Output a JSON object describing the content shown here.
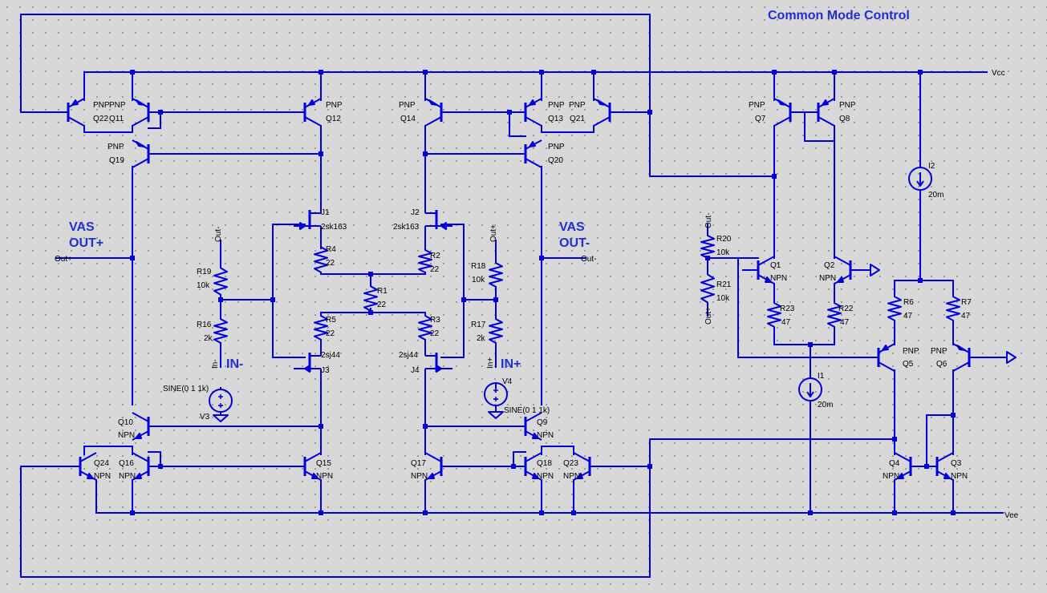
{
  "title": "Common Mode Control",
  "colors": {
    "wire": "#0000dd",
    "text": "#000000",
    "heading": "#1f2fd0",
    "background": "#d8d8d8"
  },
  "nets": {
    "vcc": "Vcc",
    "vee": "Vee",
    "out_plus": "Out+",
    "out_minus": "Out-",
    "in_minus": "In-",
    "in_plus": "In+"
  },
  "big_labels": {
    "vas_left_1": "VAS",
    "vas_left_2": "OUT+",
    "vas_right_1": "VAS",
    "vas_right_2": "OUT-",
    "in_minus": "IN-",
    "in_plus": "IN+"
  },
  "components": {
    "Q22": {
      "name": "Q22",
      "model": "PNP"
    },
    "Q11": {
      "name": "Q11",
      "model": "PNP"
    },
    "Q12": {
      "name": "Q12",
      "model": "PNP"
    },
    "Q19": {
      "name": "Q19",
      "model": "PNP"
    },
    "Q14": {
      "name": "Q14",
      "model": "PNP"
    },
    "Q13": {
      "name": "Q13",
      "model": "PNP"
    },
    "Q21": {
      "name": "Q21",
      "model": "PNP"
    },
    "Q20": {
      "name": "Q20",
      "model": "PNP"
    },
    "Q7": {
      "name": "Q7",
      "model": "PNP"
    },
    "Q8": {
      "name": "Q8",
      "model": "PNP"
    },
    "Q1": {
      "name": "Q1",
      "model": "NPN"
    },
    "Q2": {
      "name": "Q2",
      "model": "NPN"
    },
    "Q5": {
      "name": "Q5",
      "model": "PNP"
    },
    "Q6": {
      "name": "Q6",
      "model": "PNP"
    },
    "Q10": {
      "name": "Q10",
      "model": "NPN"
    },
    "Q24": {
      "name": "Q24",
      "model": "NPN"
    },
    "Q16": {
      "name": "Q16",
      "model": "NPN"
    },
    "Q15": {
      "name": "Q15",
      "model": "NPN"
    },
    "Q17": {
      "name": "Q17",
      "model": "NPN"
    },
    "Q18": {
      "name": "Q18",
      "model": "NPN"
    },
    "Q23": {
      "name": "Q23",
      "model": "NPN"
    },
    "Q9": {
      "name": "Q9",
      "model": "NPN"
    },
    "Q4": {
      "name": "Q4",
      "model": "NPN"
    },
    "Q3": {
      "name": "Q3",
      "model": "NPN"
    },
    "J1": {
      "name": "J1",
      "model": "2sk163"
    },
    "J2": {
      "name": "J2",
      "model": "2sk163"
    },
    "J3": {
      "name": "J3",
      "model": "2sj44"
    },
    "J4": {
      "name": "J4",
      "model": "2sj44"
    },
    "R1": {
      "name": "R1",
      "value": "22"
    },
    "R2": {
      "name": "R2",
      "value": "22"
    },
    "R3": {
      "name": "R3",
      "value": "22"
    },
    "R4": {
      "name": "R4",
      "value": "22"
    },
    "R5": {
      "name": "R5",
      "value": "22"
    },
    "R16": {
      "name": "R16",
      "value": "2k"
    },
    "R17": {
      "name": "R17",
      "value": "2k"
    },
    "R18": {
      "name": "R18",
      "value": "10k"
    },
    "R19": {
      "name": "R19",
      "value": "10k"
    },
    "R20": {
      "name": "R20",
      "value": "10k"
    },
    "R21": {
      "name": "R21",
      "value": "10k"
    },
    "R22": {
      "name": "R22",
      "value": "47"
    },
    "R23": {
      "name": "R23",
      "value": "47"
    },
    "R6": {
      "name": "R6",
      "value": "47"
    },
    "R7": {
      "name": "R7",
      "value": "47"
    },
    "I1": {
      "name": "I1",
      "value": "20m"
    },
    "I2": {
      "name": "I2",
      "value": "20m"
    },
    "V3": {
      "name": "V3",
      "value": "SINE(0 1 1k)"
    },
    "V4": {
      "name": "V4",
      "value": "SINE(0 1 1k)"
    }
  }
}
